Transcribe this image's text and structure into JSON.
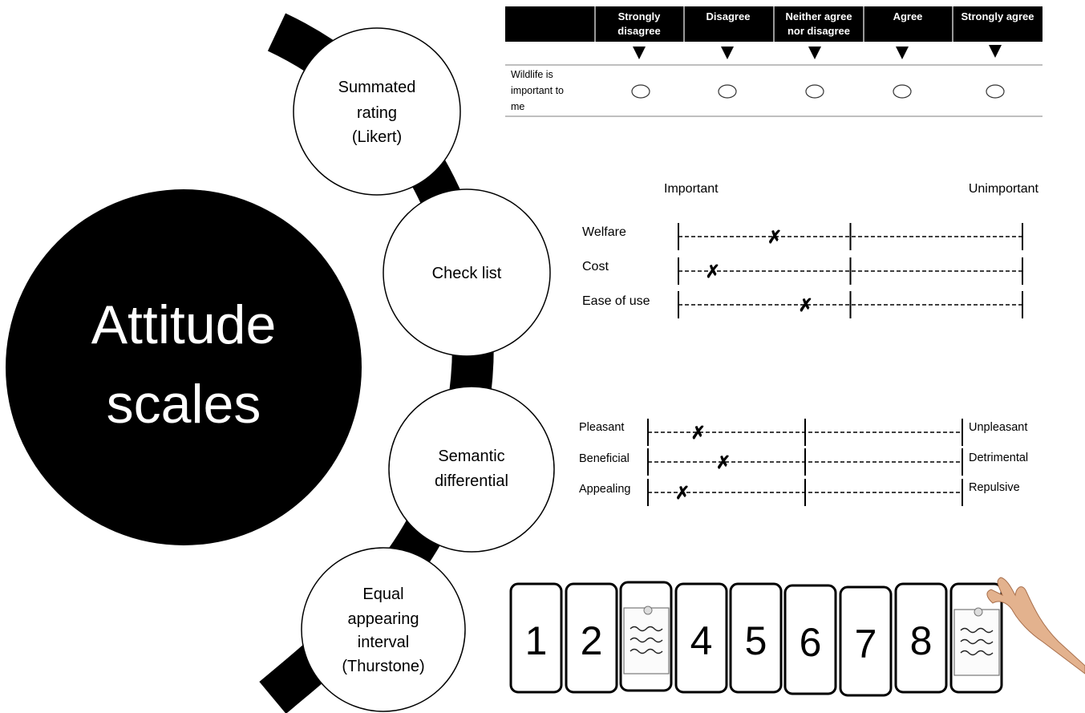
{
  "main_title": [
    "Attitude",
    "scales"
  ],
  "methods": [
    {
      "id": "likert",
      "lines": [
        "Summated",
        "rating",
        "(Likert)"
      ]
    },
    {
      "id": "checklist",
      "lines": [
        "Check list"
      ]
    },
    {
      "id": "semantic",
      "lines": [
        "Semantic",
        "differential"
      ]
    },
    {
      "id": "thurstone",
      "lines": [
        "Equal",
        "appearing",
        "interval",
        "(Thurstone)"
      ]
    }
  ],
  "likert": {
    "headers": [
      [
        "Strongly",
        "disagree"
      ],
      [
        "Disagree"
      ],
      [
        "Neither agree",
        "nor disagree"
      ],
      [
        "Agree"
      ],
      [
        "Strongly agree"
      ]
    ],
    "statement": [
      "Wildlife is",
      "important to",
      "me"
    ]
  },
  "checklist": {
    "left_label": "Important",
    "right_label": "Unimportant",
    "items": [
      {
        "label": "Welfare",
        "mark": 0.28
      },
      {
        "label": "Cost",
        "mark": 0.1
      },
      {
        "label": "Ease of use",
        "mark": 0.37
      }
    ]
  },
  "semantic": {
    "items": [
      {
        "left": "Pleasant",
        "right": "Unpleasant",
        "mark": 0.16
      },
      {
        "left": "Beneficial",
        "right": "Detrimental",
        "mark": 0.24
      },
      {
        "left": "Appealing",
        "right": "Repulsive",
        "mark": 0.11
      }
    ]
  },
  "thurstone": {
    "cards": [
      "1",
      "2",
      "",
      "4",
      "5",
      "6",
      "7",
      "8",
      ""
    ]
  }
}
